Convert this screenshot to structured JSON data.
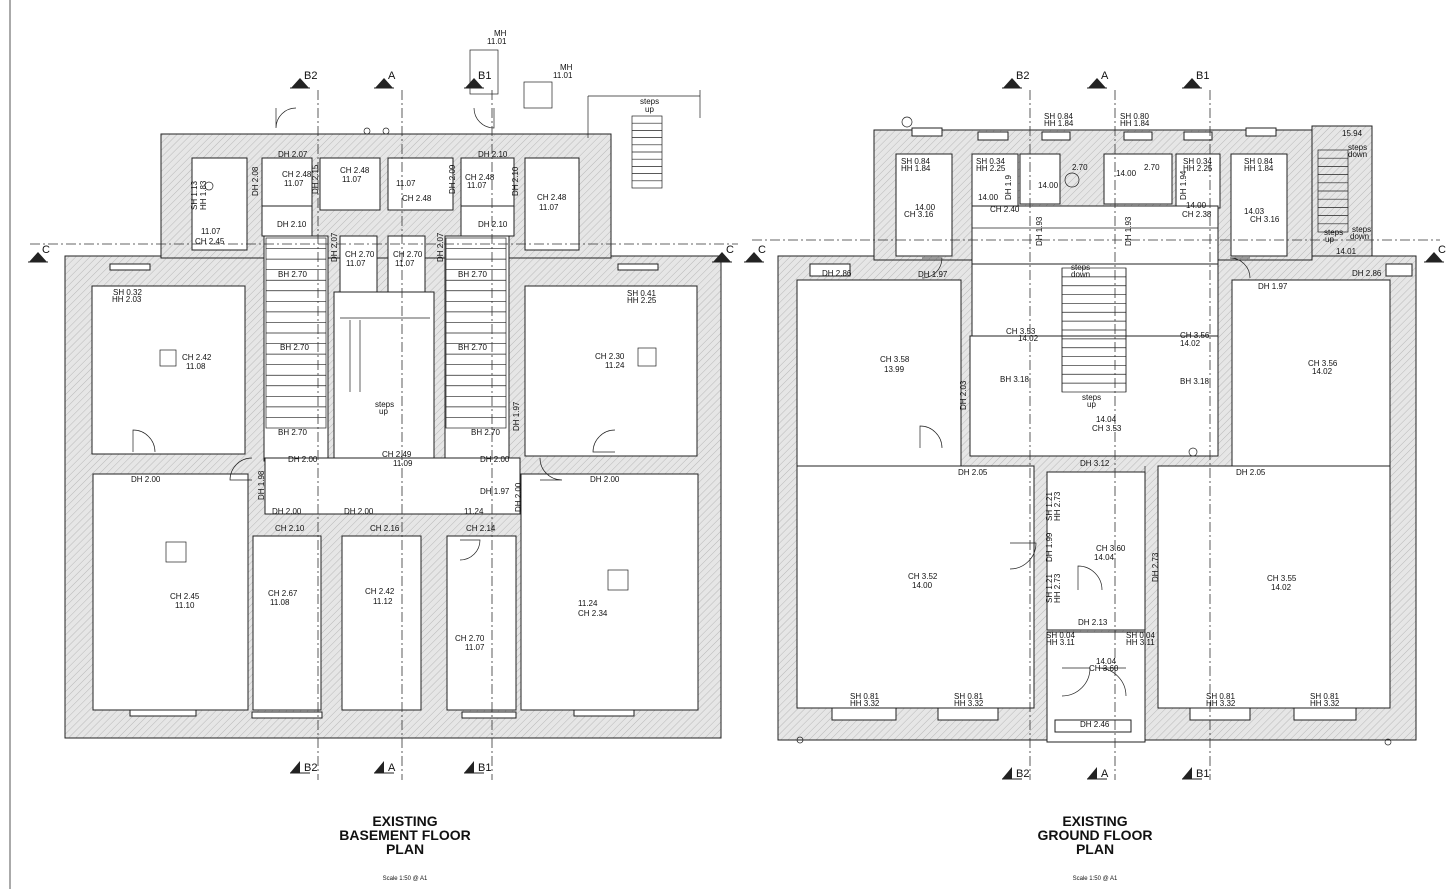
{
  "plans": [
    {
      "id": "basement",
      "title": [
        "EXISTING",
        "BASEMENT FLOOR",
        "PLAN"
      ],
      "scale": "Scale  1:50 @ A1",
      "section_markers": {
        "top": [
          "B2",
          "A",
          "B1"
        ],
        "bottom": [
          "B2",
          "A",
          "B1"
        ],
        "side": [
          "C",
          "C"
        ]
      },
      "labels": [
        "MH",
        "11.01",
        "MH",
        "11.01",
        "steps",
        "up",
        "DH 2.07",
        "DH 2.10",
        "CH 2.48",
        "11.07",
        "CH 2.48",
        "11.07",
        "11.07",
        "CH 2.48",
        "CH 2.48",
        "11.07",
        "CH 2.48",
        "11.07",
        "DH 2.08",
        "DH 2.15",
        "DH 2.09",
        "DH 2.10",
        "DH 2.10",
        "DH 2.10",
        "SH 1.13",
        "HH 1.83",
        "11.07",
        "CH 2.45",
        "CH 2.70",
        "11.07",
        "CH 2.70",
        "11.07",
        "DH 2.07",
        "DH 2.07",
        "BH 2.70",
        "BH 2.70",
        "SH 0.32",
        "HH 2.03",
        "SH 0.41",
        "HH 2.25",
        "CH 2.42",
        "11.08",
        "BH 2.70",
        "BH 2.70",
        "CH 2.30",
        "11.24",
        "steps",
        "up",
        "BH 2.70",
        "BH 2.70",
        "DH 1.97",
        "CH 2.49",
        "11.09",
        "DH 2.00",
        "DH 2.00",
        "DH 2.00",
        "DH 2.00",
        "DH 2.00",
        "11.24",
        "DH 1.97",
        "DH 2.00",
        "DH 1.98",
        "DH 2.00",
        "CH 2.10",
        "CH 2.16",
        "CH 2.14",
        "CH 2.45",
        "11.10",
        "CH 2.67",
        "11.08",
        "CH 2.42",
        "11.12",
        "11.24",
        "CH 2.34",
        "CH 2.70",
        "11.07"
      ]
    },
    {
      "id": "ground",
      "title": [
        "EXISTING",
        "GROUND FLOOR",
        "PLAN"
      ],
      "scale": "Scale  1:50 @ A1",
      "section_markers": {
        "top": [
          "B2",
          "A",
          "B1"
        ],
        "bottom": [
          "B2",
          "A",
          "B1"
        ],
        "side": [
          "C",
          "C"
        ]
      },
      "labels": [
        "SH 0.84",
        "HH 1.84",
        "SH 0.80",
        "HH 1.84",
        "15.94",
        "steps",
        "down",
        "SH 0.84",
        "HH 1.84",
        "SH 0.34",
        "HH 2.25",
        "2.70",
        "14.00",
        "2.70",
        "14.00",
        "SH 0.34",
        "HH 2.25",
        "SH 0.84",
        "HH 1.84",
        "DH 1.9",
        "DH 1.94",
        "14.00",
        "CH 3.16",
        "14.00",
        "CH 2.40",
        "14.00",
        "CH 2.38",
        "14.03",
        "CH 3.16",
        "DH 1.93",
        "DH 1.93",
        "steps",
        "down",
        "steps",
        "up",
        "steps",
        "down",
        "14.01",
        "DH 2.86",
        "DH 1.97",
        "DH 1.97",
        "DH 2.86",
        "CH 3.53",
        "14.02",
        "CH 3.56",
        "14.02",
        "CH 3.58",
        "13.99",
        "CH 3.56",
        "14.02",
        "DH 2.03",
        "BH 3.18",
        "BH 3.18",
        "steps",
        "up",
        "14.04",
        "CH 3.53",
        "DH 3.12",
        "DH 2.05",
        "DH 2.05",
        "SH 1.21",
        "HH 2.73",
        "DH 1.99",
        "CH 3.60",
        "14.04",
        "SH 1.21",
        "HH 2.73",
        "DH 2.73",
        "CH 3.52",
        "14.00",
        "CH 3.55",
        "14.02",
        "DH 2.13",
        "SH 0.04",
        "HH 3.11",
        "SH 0.04",
        "HH 3.11",
        "14.04",
        "CH 3.60",
        "SH 0.81",
        "HH 3.32",
        "SH 0.81",
        "HH 3.32",
        "SH 0.81",
        "HH 3.32",
        "SH 0.81",
        "HH 3.32",
        "DH 2.46"
      ]
    }
  ]
}
